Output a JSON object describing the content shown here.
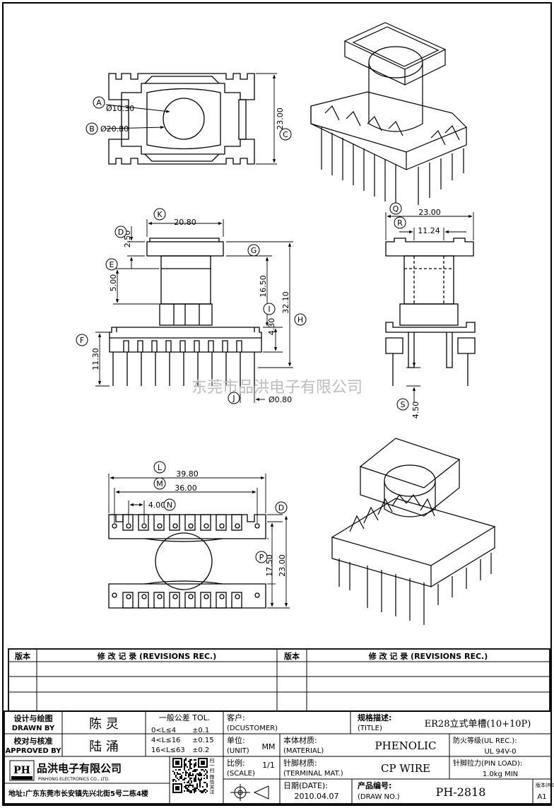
{
  "drawing": {
    "watermark": "东莞市品洪电子有限公司",
    "dims": {
      "a": "Ø10.30",
      "b": "Ø20.80",
      "c": "23.00",
      "k": "20.80",
      "d": "2.50",
      "e": "5.00",
      "g": "16.50",
      "i": "4.30",
      "h": "32.10",
      "f": "11.30",
      "j": "Ø0.80",
      "q": "23.00",
      "r": "11.24",
      "s": "4.50",
      "l": "39.80",
      "m": "36.00",
      "n": "4.00",
      "p": "17.50",
      "p2": "23.00"
    },
    "callouts": {
      "a": "A",
      "b": "B",
      "c": "C",
      "d": "D",
      "e": "E",
      "f": "F",
      "g": "G",
      "h": "H",
      "i": "I",
      "j": "J",
      "k": "K",
      "l": "L",
      "m": "M",
      "n": "N",
      "d2": "D",
      "p": "P",
      "q": "Q",
      "r": "R",
      "s": "S"
    }
  },
  "revisions": {
    "col_version": "版本",
    "col_record": "修 改 记 录 (REVISIONS REC.)"
  },
  "title_block": {
    "designed_label_cn": "设计与绘图",
    "designed_label_en": "DRAWN BY",
    "designer": "陈 灵",
    "approved_label_cn": "校对与核准",
    "approved_label_en": "APPROVED BY",
    "approver": "陆 涌",
    "tol_title": "一般公差 TOL.",
    "tol_rows": [
      {
        "range": "0<L≤4",
        "value": "±0.1"
      },
      {
        "range": "4<L≤16",
        "value": "±0.15"
      },
      {
        "range": "16<L≤63",
        "value": "±0.2"
      }
    ],
    "customer_label": "客户:",
    "customer_label_en": "(DCUSTOMER)",
    "spec_label": "规格描述:",
    "spec_label_en": "(TITLE)",
    "spec_value": "ER28立式单槽(10+10P)",
    "unit_label": "单位:",
    "unit_label_en": "(UNIT)",
    "unit_value": "MM",
    "material_label": "本体材质:",
    "material_label_en": "(MATERIAL)",
    "material_value": "PHENOLIC",
    "flame_label": "防火等级(UL REC.):",
    "flame_value": "UL 94V-0",
    "company_name": "品洪电子有限公司",
    "company_en": "PINHONG ELECTRONICS CO., LTD.",
    "company_logo": "PH",
    "company_logo_sub": "品洪电子",
    "qr_caption": "扫一扫 微信关注",
    "scale_label": "比例:",
    "scale_label_en": "(SCALE)",
    "scale_value": "1/1",
    "pin_material_label": "针脚材质:",
    "pin_material_label_en": "(TERMINAL MAT.)",
    "pin_material_value": "CP WIRE",
    "pin_load_label": "针脚拉力(PIN LOAD):",
    "pin_load_value": "1.0kg MIN",
    "address": "地址:广东东莞市长安镇先兴北街5号二栋4楼",
    "date_label": "日期(DATE):",
    "date_value": "2010.04.07",
    "drawno_label": "产品编号:",
    "drawno_label_en": "(DRAW NO.)",
    "drawno_value": "PH-2818",
    "rev_label": "版本(REV):",
    "rev_value": "A1"
  }
}
